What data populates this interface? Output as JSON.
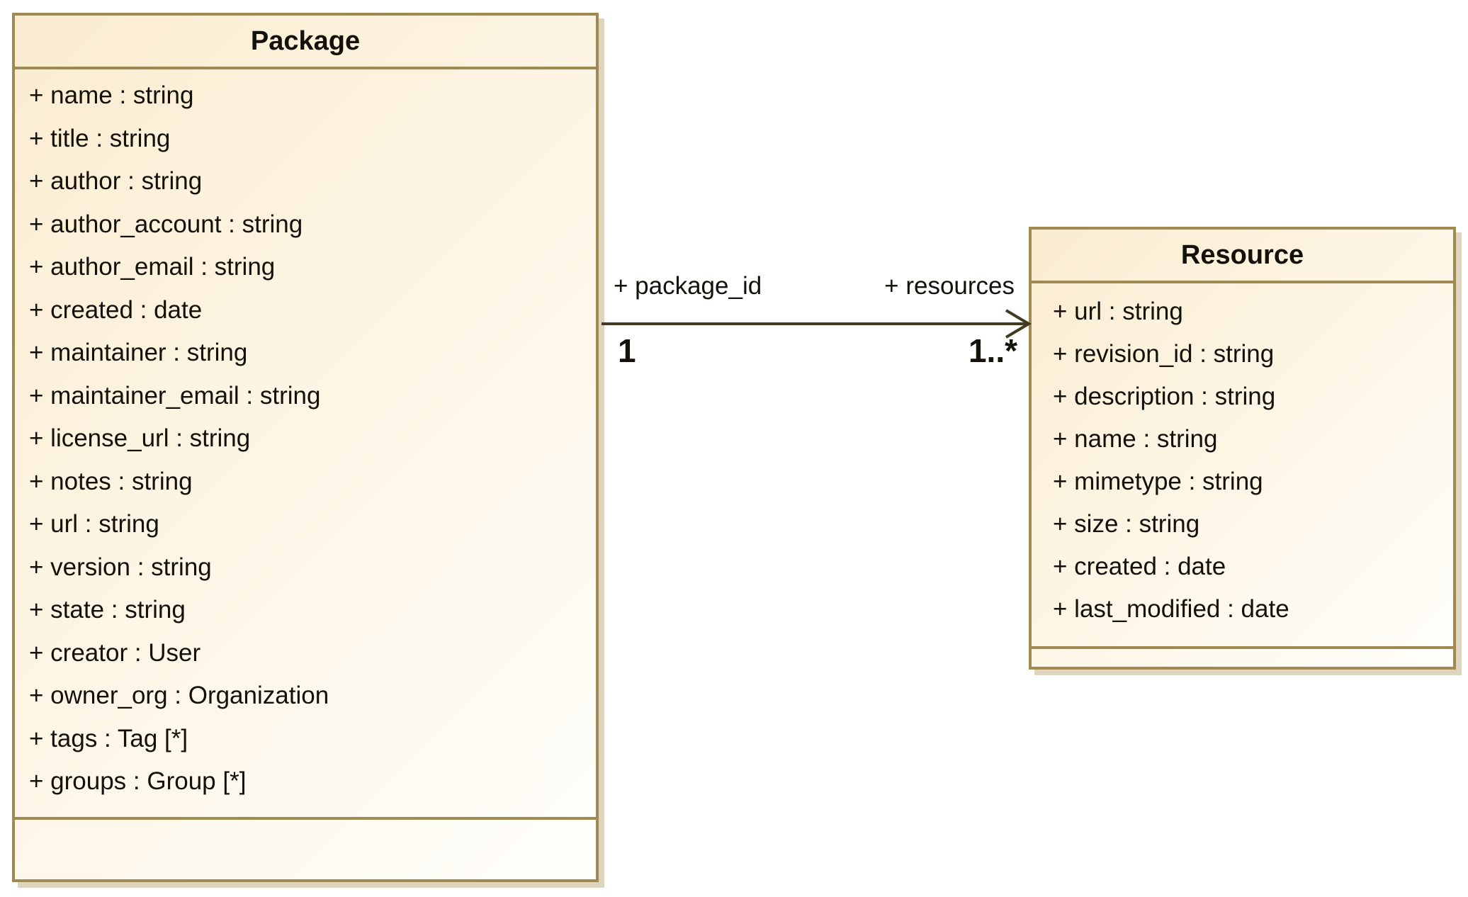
{
  "diagram": {
    "type": "uml-class-diagram",
    "classes": [
      {
        "name": "Package",
        "attributes": [
          "+ name : string",
          "+ title : string",
          "+ author : string",
          "+ author_account : string",
          "+ author_email : string",
          "+ created : date",
          "+ maintainer : string",
          "+ maintainer_email : string",
          "+ license_url : string",
          "+ notes : string",
          "+ url : string",
          "+ version : string",
          "+ state : string",
          "+ creator : User",
          "+ owner_org : Organization",
          "+ tags : Tag [*]",
          "+ groups : Group [*]"
        ],
        "operations": []
      },
      {
        "name": "Resource",
        "attributes": [
          "+ url : string",
          "+ revision_id : string",
          "+ description : string",
          "+ name : string",
          "+ mimetype : string",
          "+ size : string",
          "+ created : date",
          "+ last_modified : date"
        ],
        "operations": []
      }
    ],
    "association": {
      "from": "Package",
      "to": "Resource",
      "source_role": "+ package_id",
      "target_role": "+ resources",
      "source_multiplicity": "1",
      "target_multiplicity": "1..*",
      "arrow_style": "open-arrowhead"
    },
    "colors": {
      "box_fill_start": "#faecd0",
      "box_fill_end": "#fffefb",
      "box_border": "#a08a52",
      "box_shadow": "#ded5c1",
      "connector": "#443a22",
      "text": "#14100a"
    }
  }
}
